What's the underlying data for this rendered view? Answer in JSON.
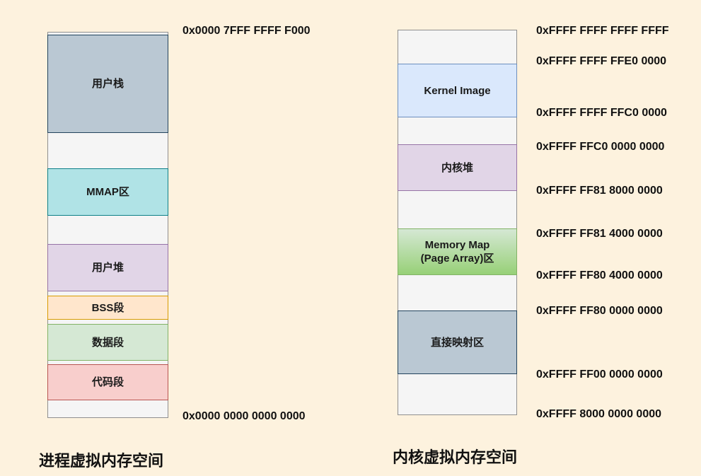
{
  "background": "#fdf2de",
  "process_column": {
    "title": "进程虚拟内存空间",
    "top_address": "0x0000 7FFF FFFF F000",
    "bottom_address": "0x0000 0000 0000 0000",
    "blocks": [
      {
        "label": "用户栈",
        "fill": "#bac8d3",
        "border": "#23445d"
      },
      {
        "label": "MMAP区",
        "fill": "#b0e3e6",
        "border": "#0e8088"
      },
      {
        "label": "用户堆",
        "fill": "#e1d5e7",
        "border": "#9673a6"
      },
      {
        "label": "BSS段",
        "fill": "#ffe6cc",
        "border": "#d79b00"
      },
      {
        "label": "数据段",
        "fill": "#d5e8d4",
        "border": "#82b366"
      },
      {
        "label": "代码段",
        "fill": "#f8cecc",
        "border": "#b85450"
      }
    ]
  },
  "kernel_column": {
    "title": "内核虚拟内存空间",
    "blocks": [
      {
        "label": "Kernel Image",
        "label2": "",
        "fill": "#dae8fc",
        "border": "#6c8ebf"
      },
      {
        "label": "内核堆",
        "label2": "",
        "fill": "#e1d5e7",
        "border": "#9673a6"
      },
      {
        "label": "Memory Map",
        "label2": "(Page Array)区",
        "fill": "linear-gradient(#d5e8d4, #97d077)",
        "border": "#82b366"
      },
      {
        "label": "直接映射区",
        "label2": "",
        "fill": "#bac8d3",
        "border": "#23445d"
      }
    ],
    "addresses": [
      "0xFFFF FFFF FFFF FFFF",
      "0xFFFF FFFF FFE0 0000",
      "0xFFFF FFFF FFC0 0000",
      "0xFFFF FFC0 0000 0000",
      "0xFFFF FF81 8000 0000",
      "0xFFFF FF81 4000 0000",
      "0xFFFF FF80 4000 0000",
      "0xFFFF FF80 0000 0000",
      "0xFFFF FF00 0000 0000",
      "0xFFFF 8000 0000 0000"
    ]
  }
}
